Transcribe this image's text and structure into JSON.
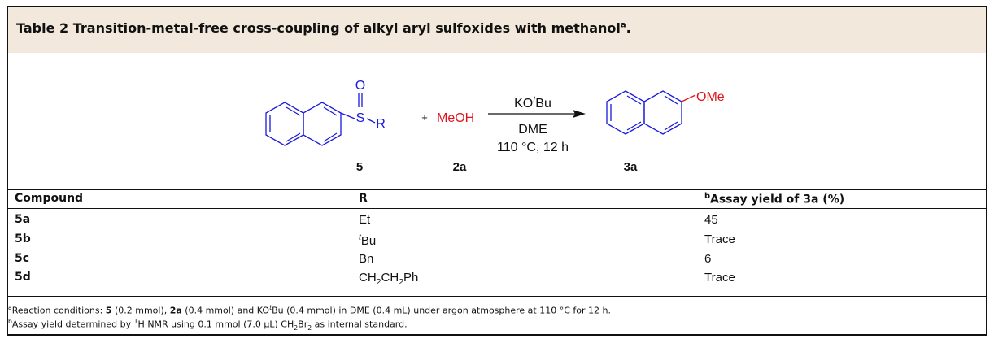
{
  "title": {
    "label": "Table 2",
    "text": "Transition-metal-free cross-coupling of alkyl aryl sulfoxides with methanol",
    "sup": "a",
    "end": "."
  },
  "scheme": {
    "sulfoxide_O": "O",
    "sulfoxide_S": "S",
    "sulfoxide_R": "R",
    "plus": "+",
    "methanol": "MeOH",
    "reagent_base": "KO",
    "reagent_base_sup": "t",
    "reagent_base_end": "Bu",
    "solvent": "DME",
    "conditions": "110 °C, 12 h",
    "product_group": "OMe",
    "label_5": "5",
    "label_2a": "2a",
    "label_3a": "3a",
    "colors": {
      "substrate": "#1a1adc",
      "methanol": "#e0141e"
    }
  },
  "table": {
    "headers": {
      "compound": "Compound",
      "r": "R",
      "yield_sup": "b",
      "yield": "Assay yield of 3a (%)"
    },
    "rows": [
      {
        "compound": "5a",
        "r": "Et",
        "yield": "45"
      },
      {
        "compound": "5b",
        "r_sup": "t",
        "r": "Bu",
        "yield": "Trace"
      },
      {
        "compound": "5c",
        "r": "Bn",
        "yield": "6"
      },
      {
        "compound": "5d",
        "r_a": "CH",
        "r_s1": "2",
        "r_b": "CH",
        "r_s2": "2",
        "r_c": "Ph",
        "yield": "Trace"
      }
    ]
  },
  "footnotes": {
    "a": {
      "mark": "a",
      "t1": "Reaction conditions: ",
      "b1": "5",
      "t2": " (0.2 mmol), ",
      "b2": "2a",
      "t3": " (0.4 mmol) and KO",
      "s1": "t",
      "t4": "Bu (0.4 mmol) in DME (0.4 mL) under argon atmosphere at 110 °C for 12 h."
    },
    "b": {
      "mark": "b",
      "t1": "Assay yield determined by ",
      "s1": "1",
      "t2": "H NMR using 0.1 mmol (7.0 μL) CH",
      "sub1": "2",
      "t3": "Br",
      "sub2": "2",
      "t4": " as internal standard."
    }
  }
}
